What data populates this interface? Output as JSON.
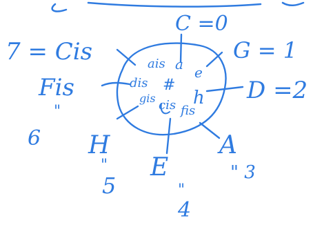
{
  "ink_color": "#2f7be0",
  "top_fragment": "",
  "outer_labels": {
    "c": "C =0",
    "g": "G = 1",
    "d": "D =2",
    "a": "A",
    "a_mark": "\" 3",
    "e": "E",
    "e_mark": "\"",
    "e_value": "4",
    "h": "H",
    "h_mark": "\"",
    "h_value": "5",
    "cis": "7 = Cis",
    "fis": "Fis",
    "fis_mark": "\"",
    "fis_value": "6"
  },
  "inner_labels": {
    "ais": "ais",
    "a": "a",
    "e": "e",
    "h": "h",
    "dis": "dis",
    "sharp": "#",
    "gis": "gis",
    "cis": "cis",
    "fis": "fis"
  }
}
